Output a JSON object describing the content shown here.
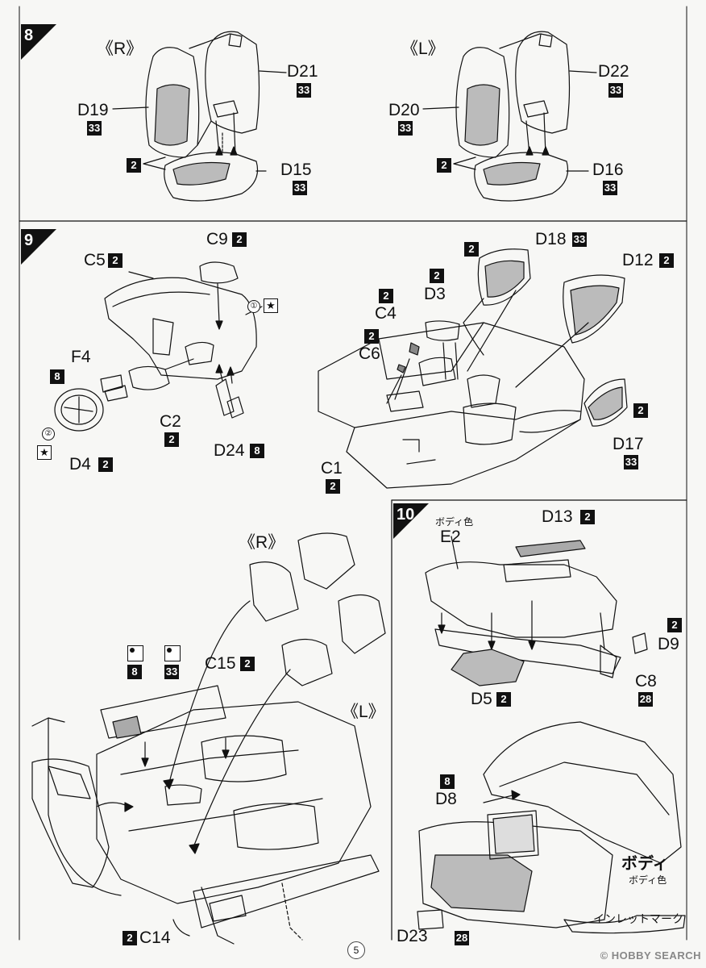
{
  "page_number": "5",
  "watermark": "© HOBBY SEARCH",
  "steps": {
    "s8": "8",
    "s9": "9",
    "s10": "10"
  },
  "step8": {
    "right_side": "《R》",
    "left_side": "《L》",
    "parts": {
      "d21": "D21",
      "d21_color": "33",
      "d19": "D19",
      "d19_color": "33",
      "r_base_color": "2",
      "d15": "D15",
      "d15_color": "33",
      "d22": "D22",
      "d22_color": "33",
      "d20": "D20",
      "d20_color": "33",
      "l_base_color": "2",
      "d16": "D16",
      "d16_color": "33"
    }
  },
  "step9": {
    "c9": "C9",
    "c9_color": "2",
    "c5": "C5",
    "c5_color": "2",
    "f4": "F4",
    "d4": "D4",
    "d4_color": "2",
    "wheel_color": "8",
    "c2": "C2",
    "c2_color": "2",
    "d24": "D24",
    "d24_color": "8",
    "c1": "C1",
    "c1_color": "2",
    "c4": "C4",
    "c4_color": "2",
    "d3": "D3",
    "d3_color": "2",
    "c6": "C6",
    "c6_color": "2",
    "d18": "D18",
    "d18_color": "33",
    "d18_extra": "2",
    "d12": "D12",
    "d12_color": "2",
    "d17": "D17",
    "d17_color": "33",
    "d17_extra": "2",
    "ref1": "①",
    "ref2": "②",
    "star": "★",
    "c15": "C15",
    "c15_color": "2",
    "panel_color_a": "8",
    "panel_color_b": "33",
    "seat_r": "《R》",
    "seat_l": "《L》",
    "c14": "C14",
    "c14_color": "2"
  },
  "step10": {
    "body_color_note": "ボディ色",
    "e2": "E2",
    "d13": "D13",
    "d13_color": "2",
    "d9": "D9",
    "d9_color": "2",
    "c8": "C8",
    "c8_color": "28",
    "d5": "D5",
    "d5_color": "2",
    "d8": "D8",
    "d8_color": "8",
    "body": "ボディ",
    "body_color_note2": "ボディ色",
    "inlet_mark": "インレットマーク",
    "d23": "D23",
    "inlet_color": "28"
  }
}
